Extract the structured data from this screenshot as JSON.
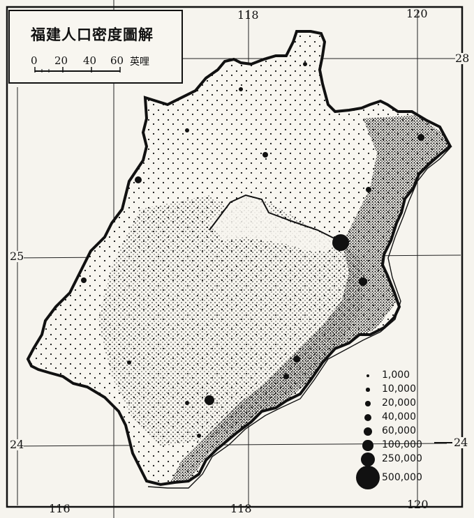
{
  "title": "福建人口密度圖解",
  "scale": {
    "ticks": [
      "0",
      "20",
      "40",
      "60"
    ],
    "unit": "英哩"
  },
  "coords": {
    "top": [
      "118",
      "120"
    ],
    "bottom": [
      "116",
      "118",
      "120"
    ],
    "left": [
      "25",
      "24"
    ],
    "right": [
      "28",
      "24"
    ]
  },
  "legend": [
    {
      "value": "1,000",
      "dot": 0.1
    },
    {
      "value": "10,000",
      "dot": 0.16
    },
    {
      "value": "20,000",
      "dot": 0.22
    },
    {
      "value": "40,000",
      "dot": 0.3
    },
    {
      "value": "60,000",
      "dot": 0.36
    },
    {
      "value": "100,000",
      "dot": 0.45
    },
    {
      "value": "250,000",
      "dot": 0.6
    },
    {
      "value": "500,000",
      "dot": 1.0
    }
  ]
}
